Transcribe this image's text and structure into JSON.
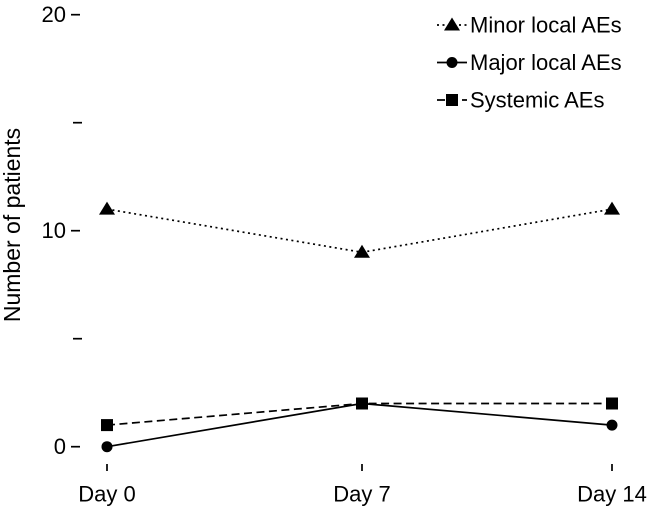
{
  "chart_data": {
    "type": "line",
    "title": "",
    "categories": [
      "Day 0",
      "Day 7",
      "Day 14"
    ],
    "series": [
      {
        "name": "Minor local AEs",
        "marker": "triangle",
        "line_style": "dotted",
        "values": [
          11,
          9,
          11
        ]
      },
      {
        "name": "Major local AEs",
        "marker": "circle",
        "line_style": "solid",
        "values": [
          0,
          2,
          1
        ]
      },
      {
        "name": "Systemic AEs",
        "marker": "square",
        "line_style": "dashed",
        "values": [
          1,
          2,
          2
        ]
      }
    ],
    "xlabel": "",
    "ylabel": "Number of patients",
    "ylim": [
      0,
      20
    ],
    "yticks_major": [
      0,
      10,
      20
    ],
    "yticks_minor": [
      5,
      15
    ],
    "grid": false,
    "legend_position": "top-right",
    "series_color": "#000000",
    "background": "#ffffff"
  }
}
